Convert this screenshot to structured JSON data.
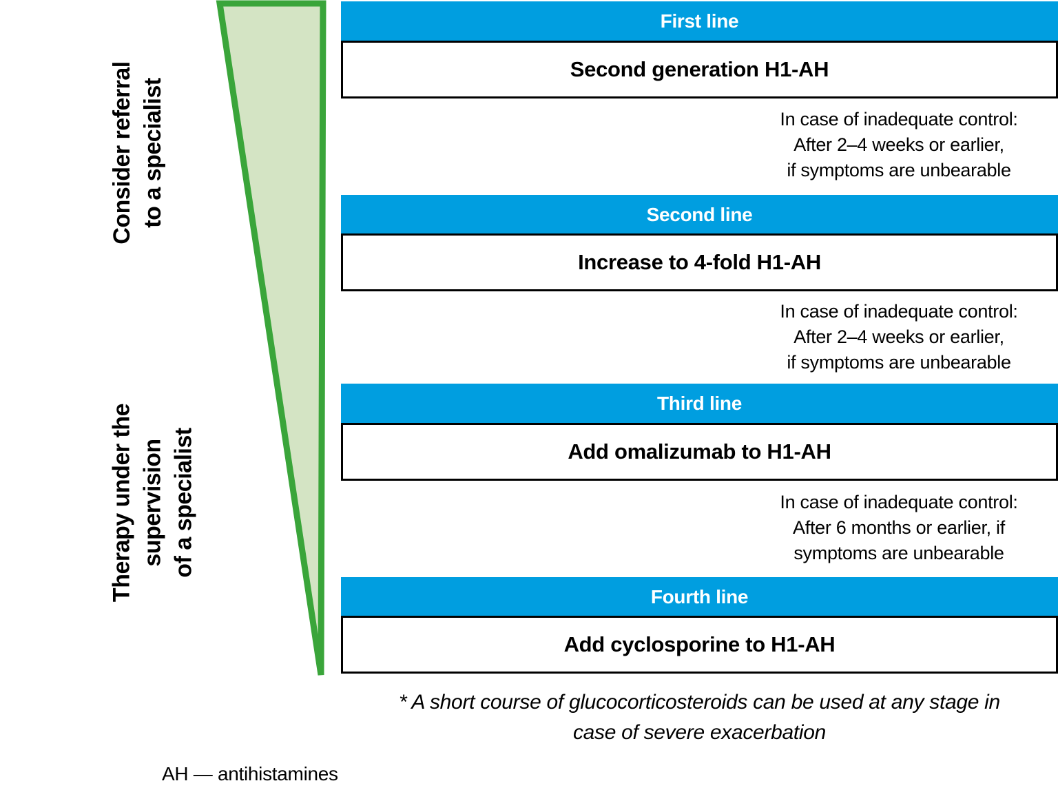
{
  "colors": {
    "accent_blue": "#009ee0",
    "triangle_fill": "#d4e4c4",
    "triangle_stroke": "#3aa53a",
    "text_black": "#000000",
    "bar_text_white": "#ffffff",
    "background": "#ffffff"
  },
  "left_labels": {
    "top": "Consider referral\nto a specialist",
    "bottom": "Therapy under the\nsupervision\nof a specialist"
  },
  "steps": [
    {
      "line_label": "First line",
      "treatment": "Second generation H1-AH",
      "escalation": "In case of inadequate control:\nAfter 2–4 weeks or earlier,\nif symptoms are unbearable"
    },
    {
      "line_label": "Second line",
      "treatment": "Increase to 4-fold H1-AH",
      "escalation": "In case of inadequate control:\nAfter 2–4 weeks or earlier,\nif symptoms are unbearable"
    },
    {
      "line_label": "Third line",
      "treatment": "Add omalizumab to H1-AH",
      "escalation": "In case of inadequate control:\nAfter 6 months or earlier, if\nsymptoms are unbearable"
    },
    {
      "line_label": "Fourth line",
      "treatment": "Add cyclosporine to H1-AH",
      "escalation": ""
    }
  ],
  "footnote": "* A short course of glucocorticosteroids can be used at any stage in\ncase of severe exacerbation",
  "abbreviation_note": "AH — antihistamines"
}
